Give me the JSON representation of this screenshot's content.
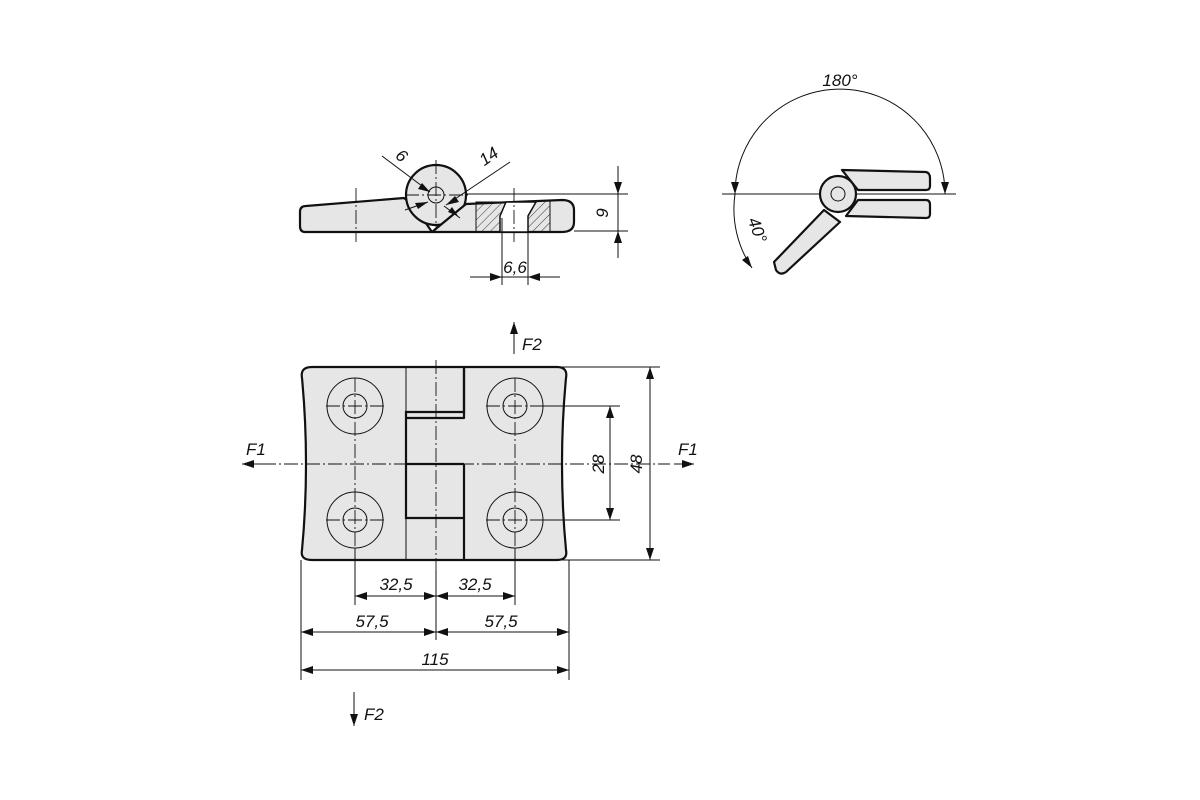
{
  "labels": {
    "side_radius_small": "6",
    "side_radius_large": "14",
    "side_thickness": "9",
    "side_hole": "6,6",
    "angle_open": "180°",
    "angle_back": "40°",
    "force_up": "F2",
    "force_down": "F2",
    "force_left": "F1",
    "force_right": "F1",
    "dim_28": "28",
    "dim_48": "48",
    "dim_32_5_left": "32,5",
    "dim_32_5_right": "32,5",
    "dim_57_5_left": "57,5",
    "dim_57_5_right": "57,5",
    "dim_115": "115"
  },
  "colors": {
    "part_fill": "#e6e6e6",
    "line": "#111111"
  }
}
